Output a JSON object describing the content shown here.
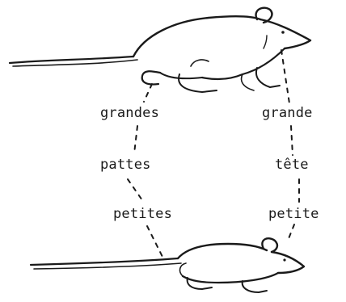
{
  "labels": {
    "left_top": "grandes",
    "left_mid": "pattes",
    "left_bottom": "petites",
    "right_top": "grande",
    "right_mid": "tête",
    "right_bottom": "petite"
  },
  "figures": {
    "top_animal": "rat-illustration",
    "bottom_animal": "mouse-illustration"
  }
}
